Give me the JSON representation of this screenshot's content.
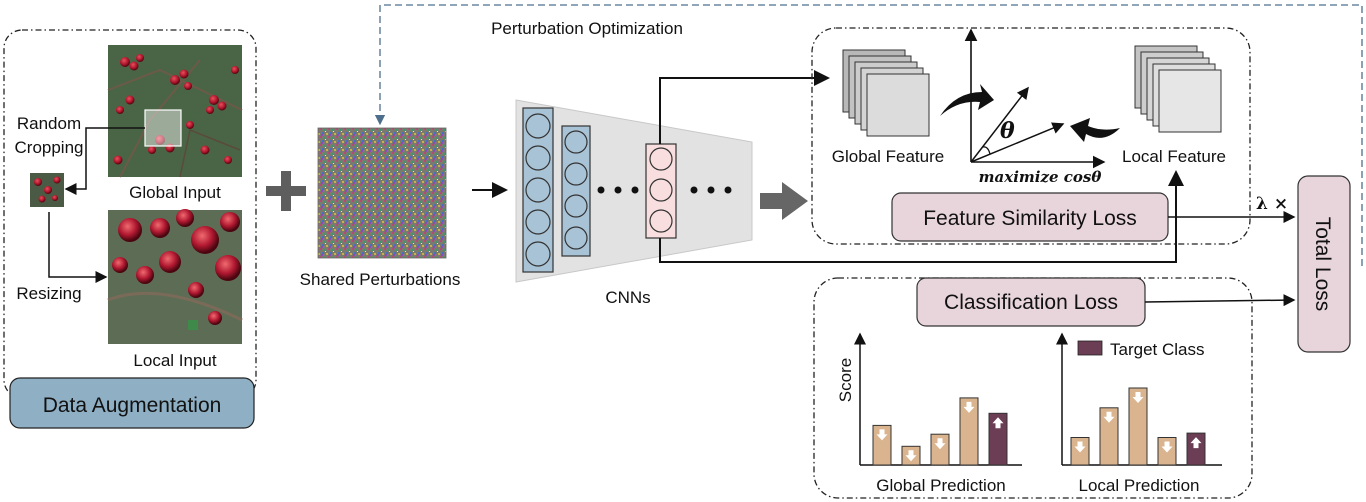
{
  "labels": {
    "perturbation_optimization": "Perturbation Optimization",
    "random_cropping_line1": "Random",
    "random_cropping_line2": "Cropping",
    "resizing": "Resizing",
    "global_input": "Global Input",
    "local_input": "Local Input",
    "data_augmentation": "Data Augmentation",
    "shared_perturbations": "Shared Perturbations",
    "cnns": "CNNs",
    "global_feature": "Global Feature",
    "local_feature": "Local Feature",
    "theta": "θ",
    "maximize": "maximize cosθ",
    "feature_similarity_loss": "Feature Similarity Loss",
    "classification_loss": "Classification Loss",
    "lambda": "λ ×",
    "total_loss": "Total Loss",
    "score": "Score",
    "target_class": "Target Class",
    "global_prediction": "Global Prediction",
    "local_prediction": "Local Prediction"
  },
  "colors": {
    "data_aug_box": "#8fb0c4",
    "loss_box": "#e8d5dc",
    "neuron_fill": "#a9c3d6",
    "highlight_neuron": "#f8dede",
    "bar_normal": "#d9b48f",
    "bar_target": "#6b3e55"
  },
  "global_prediction_bars": [
    {
      "value": 0.36,
      "arrow": "down",
      "target": false
    },
    {
      "value": 0.17,
      "arrow": "down",
      "target": false
    },
    {
      "value": 0.28,
      "arrow": "down",
      "target": false
    },
    {
      "value": 0.61,
      "arrow": "down",
      "target": false
    },
    {
      "value": 0.47,
      "arrow": "up",
      "target": true
    }
  ],
  "local_prediction_bars": [
    {
      "value": 0.25,
      "arrow": "down",
      "target": false
    },
    {
      "value": 0.52,
      "arrow": "down",
      "target": false
    },
    {
      "value": 0.7,
      "arrow": "down",
      "target": false
    },
    {
      "value": 0.25,
      "arrow": "down",
      "target": false
    },
    {
      "value": 0.29,
      "arrow": "up",
      "target": true
    }
  ]
}
